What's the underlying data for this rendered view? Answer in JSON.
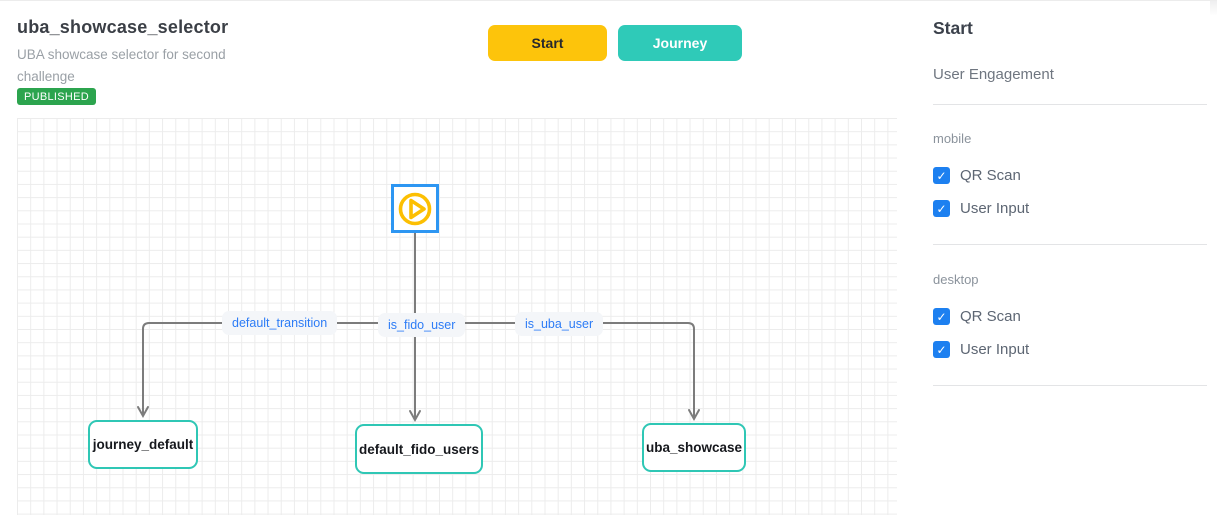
{
  "header": {
    "title": "uba_showcase_selector",
    "subtitle": "UBA showcase selector for second challenge",
    "status_badge": "PUBLISHED"
  },
  "toolbar": {
    "start_label": "Start",
    "journey_label": "Journey"
  },
  "flow": {
    "start_node": {
      "icon": "play-icon"
    },
    "edges": [
      {
        "label": "default_transition",
        "from": "start",
        "to": "journey_default"
      },
      {
        "label": "is_fido_user",
        "from": "start",
        "to": "default_fido_users"
      },
      {
        "label": "is_uba_user",
        "from": "start",
        "to": "uba_showcase"
      }
    ],
    "nodes": [
      {
        "label": "journey_default"
      },
      {
        "label": "default_fido_users"
      },
      {
        "label": "uba_showcase"
      }
    ]
  },
  "sidebar": {
    "title": "Start",
    "subtitle": "User Engagement",
    "sections": [
      {
        "label": "mobile",
        "options": [
          {
            "label": "QR Scan",
            "checked": true
          },
          {
            "label": "User Input",
            "checked": true
          }
        ]
      },
      {
        "label": "desktop",
        "options": [
          {
            "label": "QR Scan",
            "checked": true
          },
          {
            "label": "User Input",
            "checked": true
          }
        ]
      }
    ],
    "checkmark": "✓"
  },
  "colors": {
    "start_button": "#fdc40b",
    "journey_button": "#2fcab8",
    "node_border": "#2fc7b5",
    "badge_green": "#2ca44e",
    "edge_label_text": "#2d7cf6",
    "edge_line": "#7c7c7c",
    "checkbox_blue": "#1d80f0",
    "start_node_border": "#2d96f2",
    "play_icon": "#fcbf02",
    "grid_line": "#ececec"
  }
}
